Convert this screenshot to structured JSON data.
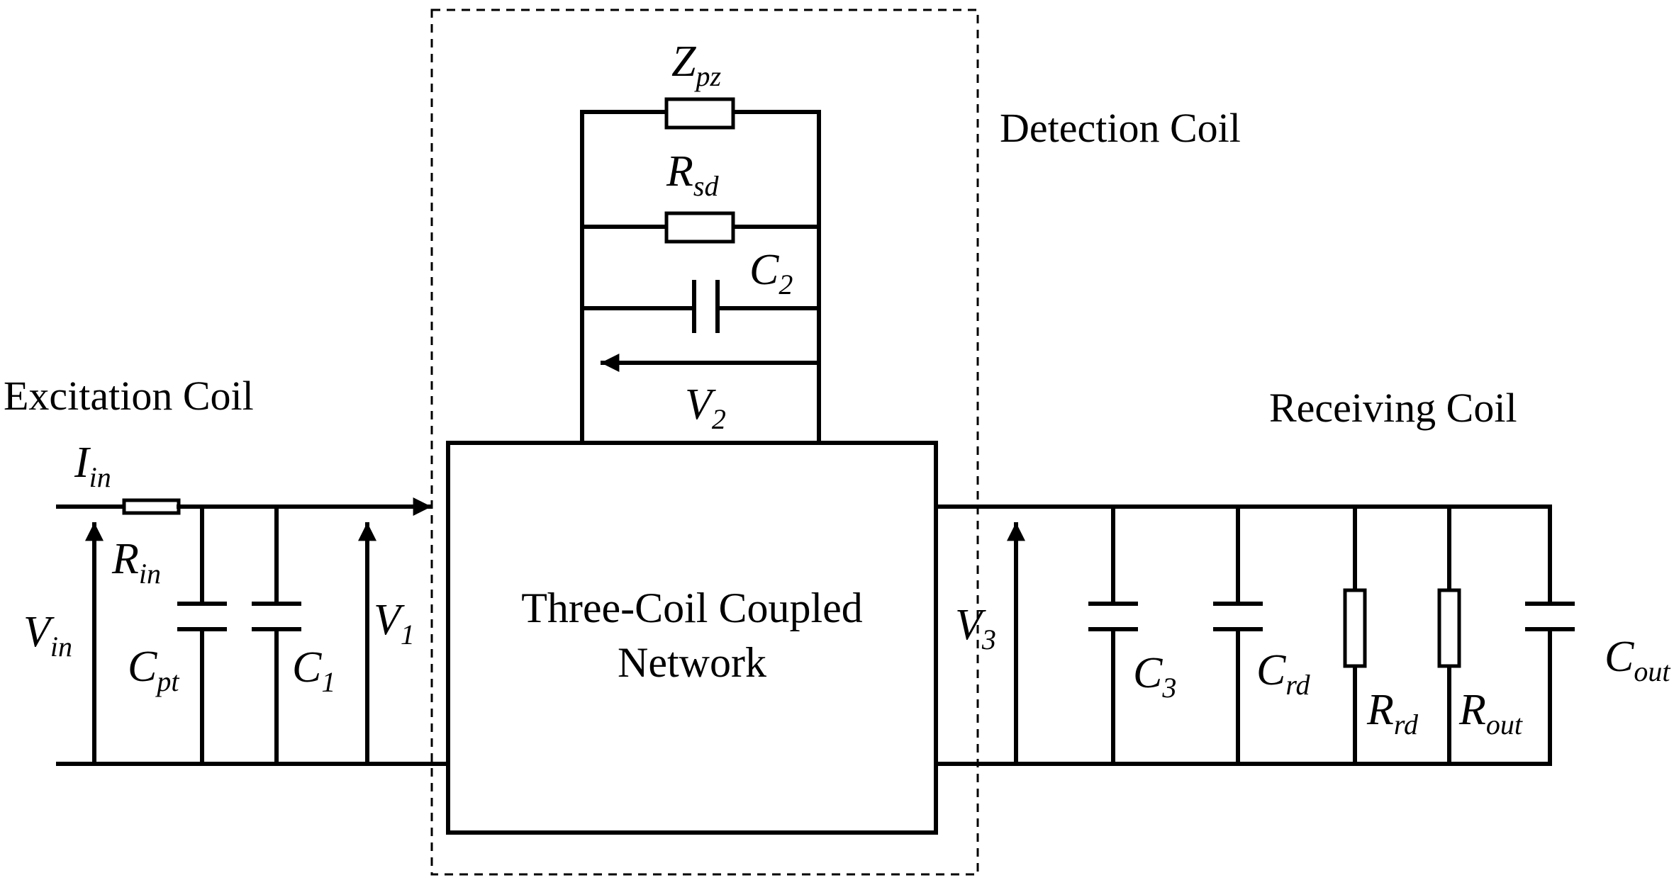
{
  "sections": {
    "excitation": "Excitation Coil",
    "detection": "Detection Coil",
    "receiving": "Receiving Coil"
  },
  "network": {
    "line1": "Three-Coil Coupled",
    "line2": "Network"
  },
  "components": {
    "Zpz": {
      "main": "Z",
      "sub": "pz"
    },
    "Rsd": {
      "main": "R",
      "sub": "sd"
    },
    "C2": {
      "main": "C",
      "sub": "2"
    },
    "V2": {
      "main": "V",
      "sub": "2"
    },
    "Iin": {
      "main": "I",
      "sub": "in"
    },
    "Rin": {
      "main": "R",
      "sub": "in"
    },
    "Vin": {
      "main": "V",
      "sub": "in"
    },
    "Cpt": {
      "main": "C",
      "sub": "pt"
    },
    "C1": {
      "main": "C",
      "sub": "1"
    },
    "V1": {
      "main": "V",
      "sub": "1"
    },
    "V3": {
      "main": "V",
      "sub": "3"
    },
    "C3": {
      "main": "C",
      "sub": "3"
    },
    "Crd": {
      "main": "C",
      "sub": "rd"
    },
    "Rrd": {
      "main": "R",
      "sub": "rd"
    },
    "Rout": {
      "main": "R",
      "sub": "out"
    },
    "Cout": {
      "main": "C",
      "sub": "out"
    }
  }
}
